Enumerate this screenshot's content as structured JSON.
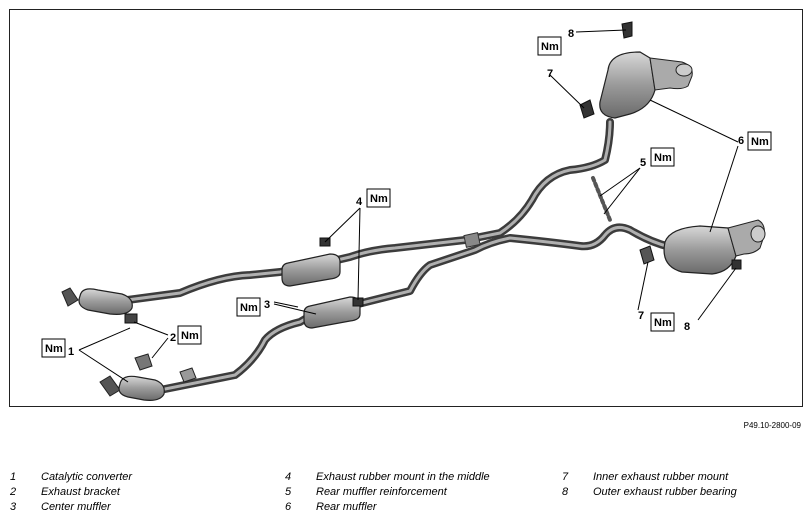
{
  "figure_code": "P49.10-2800-09",
  "callouts": {
    "c1": "1",
    "c2": "2",
    "c3": "3",
    "c4": "4",
    "c5": "5",
    "c6": "6",
    "c7a": "7",
    "c7b": "7",
    "c8a": "8",
    "c8b": "8"
  },
  "torque_label": "Nm",
  "legend": [
    {
      "num": "1",
      "text": "Catalytic converter"
    },
    {
      "num": "2",
      "text": "Exhaust bracket"
    },
    {
      "num": "3",
      "text": "Center muffler"
    },
    {
      "num": "4",
      "text": "Exhaust rubber mount in the middle"
    },
    {
      "num": "5",
      "text": "Rear muffler reinforcement"
    },
    {
      "num": "6",
      "text": "Rear muffler"
    },
    {
      "num": "7",
      "text": "Inner exhaust rubber mount"
    },
    {
      "num": "8",
      "text": "Outer exhaust rubber bearing"
    }
  ]
}
